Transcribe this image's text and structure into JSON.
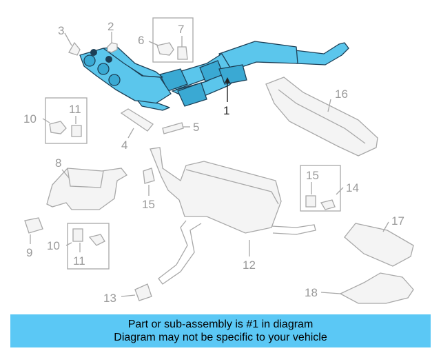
{
  "callouts": {
    "c1": "1",
    "c2": "2",
    "c3": "3",
    "c4": "4",
    "c5": "5",
    "c6": "6",
    "c7": "7",
    "c8": "8",
    "c9": "9",
    "c10a": "10",
    "c10b": "10",
    "c11a": "11",
    "c11b": "11",
    "c12": "12",
    "c13": "13",
    "c14": "14",
    "c15a": "15",
    "c15b": "15",
    "c16": "16",
    "c17": "17",
    "c18": "18"
  },
  "highlighted_part": "1",
  "colors": {
    "highlight": "#5bc6ec",
    "banner": "#5bc8f5",
    "outline": "#a8a8a8"
  },
  "banner": {
    "line1": "Part or sub-assembly is #1 in diagram",
    "line2": "Diagram may not be specific to your vehicle"
  }
}
